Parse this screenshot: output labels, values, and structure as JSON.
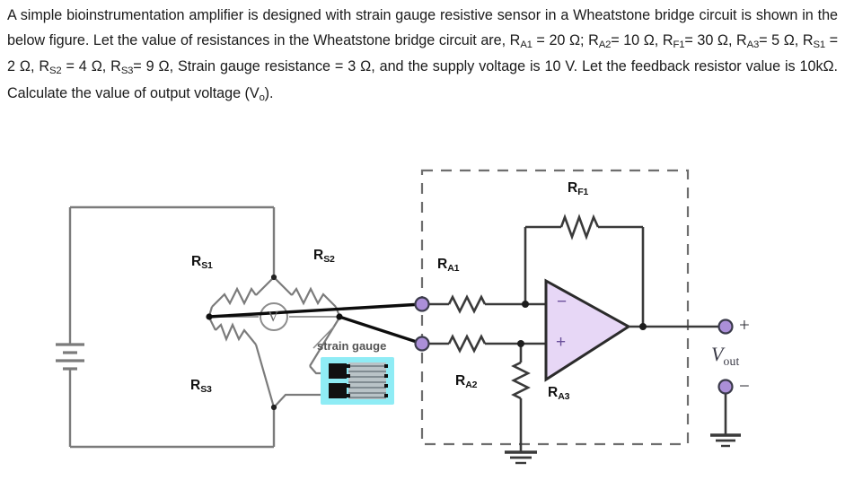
{
  "problem": {
    "line_start": "A simple bioinstrumentation amplifier is designed with strain gauge resistive sensor in a Wheatstone bridge circuit is shown in the below figure. Let the value of resistances in the Wheatstone bridge circuit are, R",
    "seg1_sub": "A1",
    "seg1_val": " = 20 Ω; R",
    "seg2_sub": "A2",
    "seg2_val": "= 10 Ω, R",
    "seg3_sub": "F1",
    "seg3_val": "= 30 Ω, R",
    "seg4_sub": "A3",
    "seg4_val": "= 5 Ω, R",
    "seg5_sub": "S1",
    "seg5_val": " = 2 Ω, R",
    "seg6_sub": "S2",
    "seg6_val": " = 4 Ω, R",
    "seg7_sub": "S3",
    "seg7_val": "= 9 Ω, Strain gauge resistance = 3 Ω, and the supply voltage is 10 V. Let the feedback resistor value is 10kΩ. Calculate the value of output voltage (V",
    "seg8_sub": "o",
    "seg8_val": ")."
  },
  "figure": {
    "labels": {
      "rs1": "R",
      "rs1_sub": "S1",
      "rs2": "R",
      "rs2_sub": "S2",
      "rs3": "R",
      "rs3_sub": "S3",
      "ra1": "R",
      "ra1_sub": "A1",
      "ra2": "R",
      "ra2_sub": "A2",
      "ra3": "R",
      "ra3_sub": "A3",
      "rf1": "R",
      "rf1_sub": "F1",
      "strain_gauge": "strain gauge",
      "voltmeter": "V",
      "vout": "V",
      "vout_sub": "out",
      "opamp_minus": "−",
      "opamp_plus": "+",
      "out_plus": "+",
      "out_minus": "−"
    },
    "colors": {
      "wire": "#7b7b7b",
      "wire_dark": "#3a3a3a",
      "opamp_fill": "#e7d7f6",
      "opamp_stroke": "#2b2b2b",
      "terminal_fill": "#ab8fd8",
      "terminal_stroke": "#3b3b4b",
      "dashed_box": "#6e6e6e",
      "gauge_bg": "#8fecf5",
      "gauge_pad": "#111111",
      "gauge_grid": "#9aa3a8",
      "sign_color": "#6a4f9a"
    }
  }
}
